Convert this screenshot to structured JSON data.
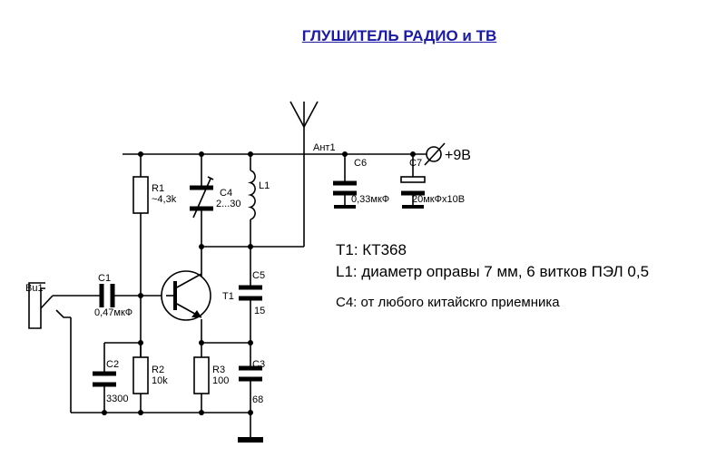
{
  "title": "ГЛУШИТЕЛЬ РАДИО и ТВ",
  "colors": {
    "title": "#1a1aa6",
    "wire": "#000000",
    "background": "#ffffff"
  },
  "components": {
    "bu1": {
      "ref": "Bu1"
    },
    "c1": {
      "ref": "C1",
      "value": "0,47мкФ"
    },
    "r1": {
      "ref": "R1",
      "value": "~4,3k"
    },
    "c2": {
      "ref": "C2",
      "value": "3300"
    },
    "r2": {
      "ref": "R2",
      "value": "10k"
    },
    "t1": {
      "ref": "T1"
    },
    "r3": {
      "ref": "R3",
      "value": "100"
    },
    "c3": {
      "ref": "C3",
      "value": "68"
    },
    "c4": {
      "ref": "C4",
      "value": "2...30"
    },
    "l1": {
      "ref": "L1"
    },
    "c5": {
      "ref": "C5",
      "value": "15"
    },
    "ant1": {
      "ref": "Ант1"
    },
    "c6": {
      "ref": "C6",
      "value": "0,33мкФ"
    },
    "c7": {
      "ref": "C7",
      "value": "20мкФх10В"
    },
    "supply": {
      "label": "+9В"
    }
  },
  "notes": {
    "t1": "T1: КТ368",
    "l1": "L1: диаметр оправы 7 мм,  6 витков ПЭЛ 0,5",
    "c4": "C4:  от любого китайскго приемника"
  }
}
